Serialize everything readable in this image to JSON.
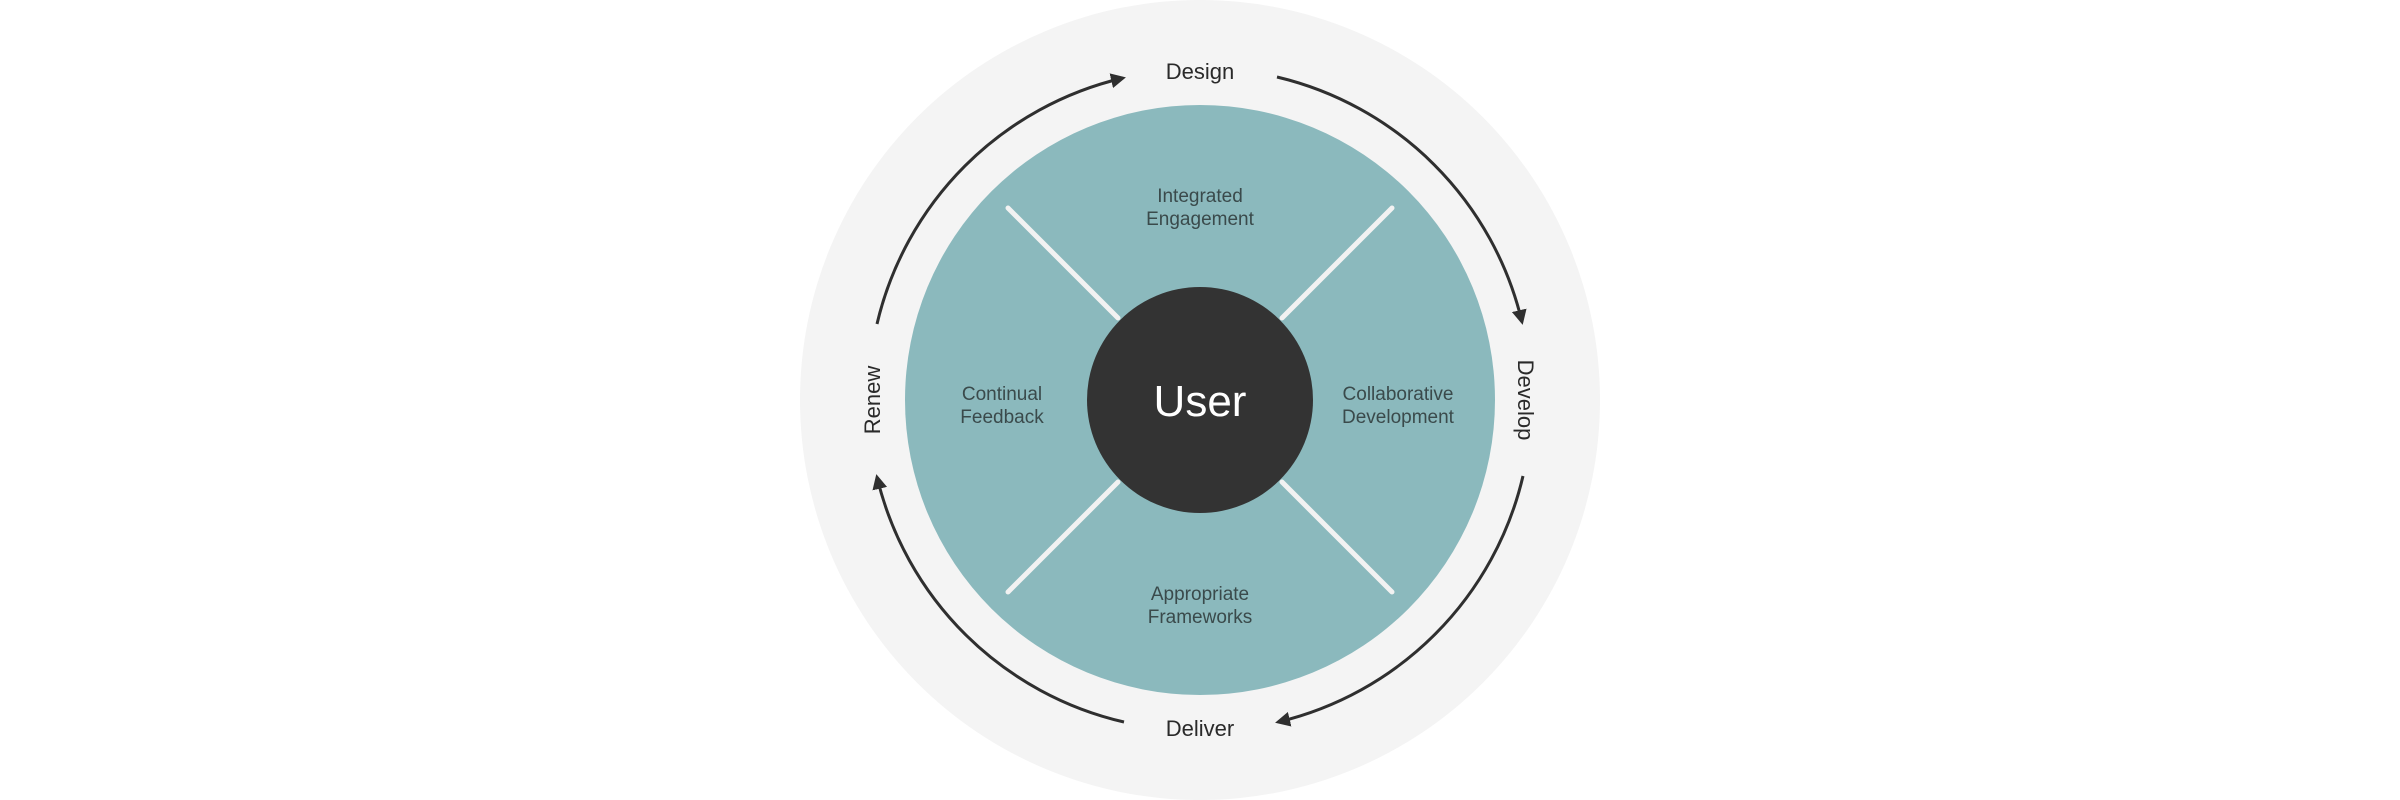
{
  "colors": {
    "outer_ring": "#f4f4f4",
    "inner_disc": "#8bb9bd",
    "center": "#333333",
    "divider": "#f2f2f2",
    "arrow": "#2f2f2f"
  },
  "center": {
    "label": "User"
  },
  "stages": {
    "design": "Design",
    "develop": "Develop",
    "deliver": "Deliver",
    "renew": "Renew"
  },
  "quadrants": {
    "top": {
      "line1": "Integrated",
      "line2": "Engagement"
    },
    "right": {
      "line1": "Collaborative",
      "line2": "Development"
    },
    "bottom": {
      "line1": "Appropriate",
      "line2": "Frameworks"
    },
    "left": {
      "line1": "Continual",
      "line2": "Feedback"
    }
  }
}
